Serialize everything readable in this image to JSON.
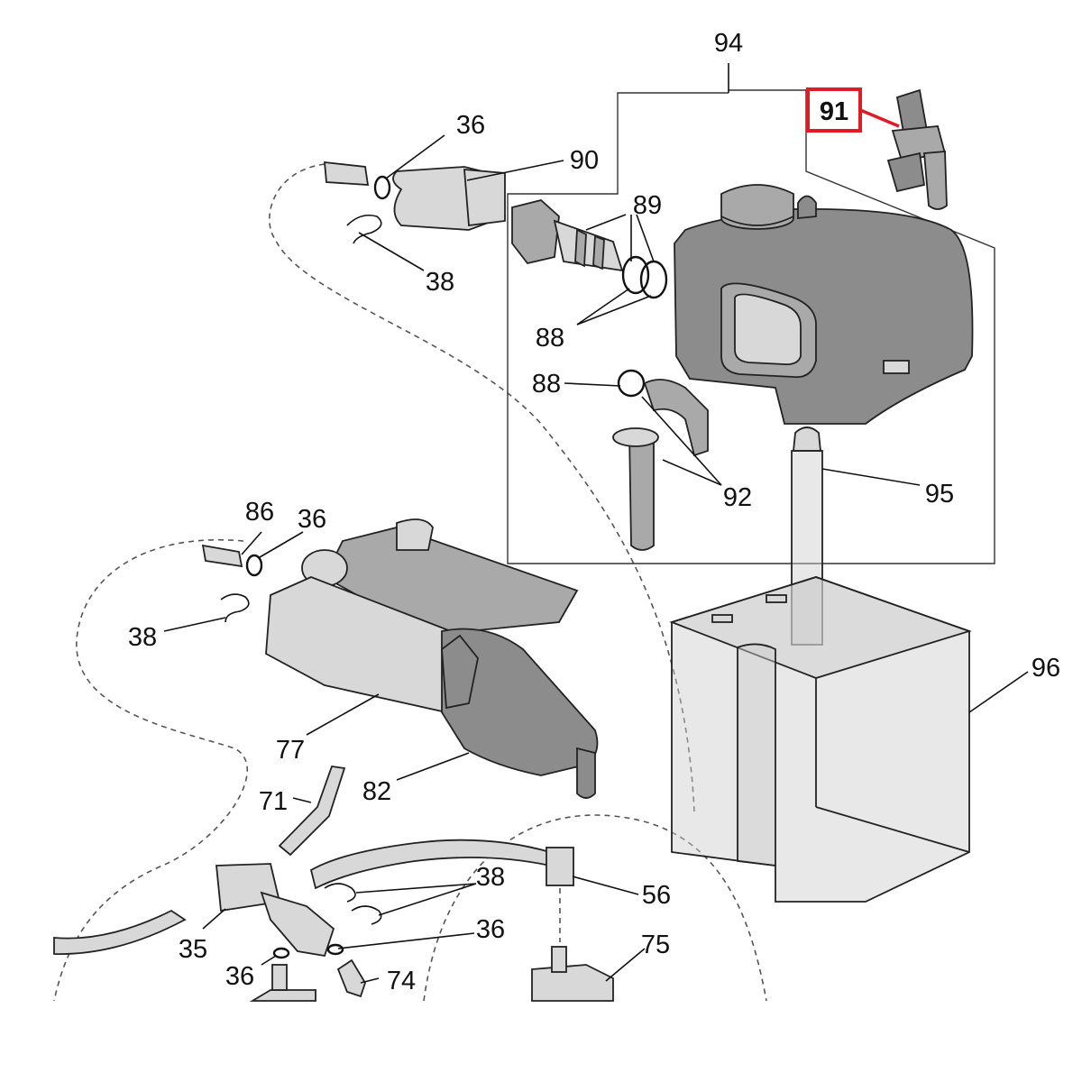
{
  "callouts": {
    "c94": "94",
    "c91": "91",
    "c90": "90",
    "c89": "89",
    "c88a": "88",
    "c88b": "88",
    "c92": "92",
    "c95": "95",
    "c96": "96",
    "c86": "86",
    "c36a": "36",
    "c36b": "36",
    "c36c": "36",
    "c36d": "36",
    "c38a": "38",
    "c38b": "38",
    "c38c": "38",
    "c77": "77",
    "c82": "82",
    "c71": "71",
    "c35": "35",
    "c56": "56",
    "c75": "75",
    "c74": "74"
  },
  "highlight": {
    "label": "91",
    "color": "#e01b24"
  }
}
